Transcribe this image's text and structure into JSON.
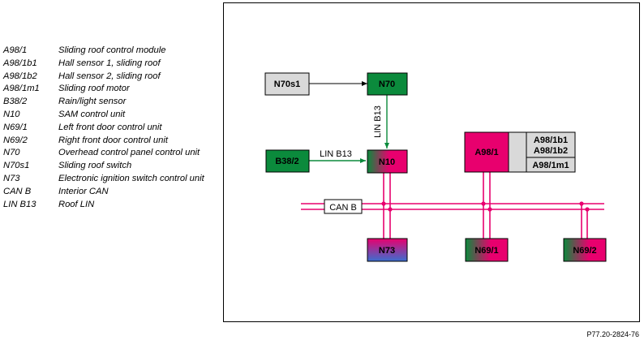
{
  "legend": [
    {
      "code": "A98/1",
      "desc": "Sliding roof control module"
    },
    {
      "code": "A98/1b1",
      "desc": "Hall sensor 1, sliding roof"
    },
    {
      "code": "A98/1b2",
      "desc": "Hall sensor 2, sliding roof"
    },
    {
      "code": "A98/1m1",
      "desc": "Sliding roof motor"
    },
    {
      "code": "B38/2",
      "desc": "Rain/light sensor"
    },
    {
      "code": "N10",
      "desc": "SAM control unit"
    },
    {
      "code": "N69/1",
      "desc": "Left front door control unit"
    },
    {
      "code": "N69/2",
      "desc": "Right front door control unit"
    },
    {
      "code": "N70",
      "desc": "Overhead control panel control unit"
    },
    {
      "code": "N70s1",
      "desc": "Sliding roof switch"
    },
    {
      "code": "N73",
      "desc": "Electronic ignition switch control unit"
    },
    {
      "code": "CAN B",
      "desc": "Interior CAN"
    },
    {
      "code": "LIN B13",
      "desc": "Roof LIN"
    }
  ],
  "diagram": {
    "nodes": {
      "n70s1": "N70s1",
      "n70": "N70",
      "b38_2": "B38/2",
      "n10": "N10",
      "a98_1": "A98/1",
      "a98_1b1": "A98/1b1",
      "a98_1b2": "A98/1b2",
      "a98_1m1": "A98/1m1",
      "n73": "N73",
      "n69_1": "N69/1",
      "n69_2": "N69/2"
    },
    "labels": {
      "lin_vertical": "LIN B13",
      "lin_horizontal": "LIN B13",
      "can": "CAN B"
    },
    "colors": {
      "green": "#0b8a3c",
      "magenta": "#e8006e",
      "gray": "#d9d9d9",
      "blue": "#3b6fd0"
    }
  },
  "footer": {
    "doc_id": "P77.20-2824-76"
  }
}
